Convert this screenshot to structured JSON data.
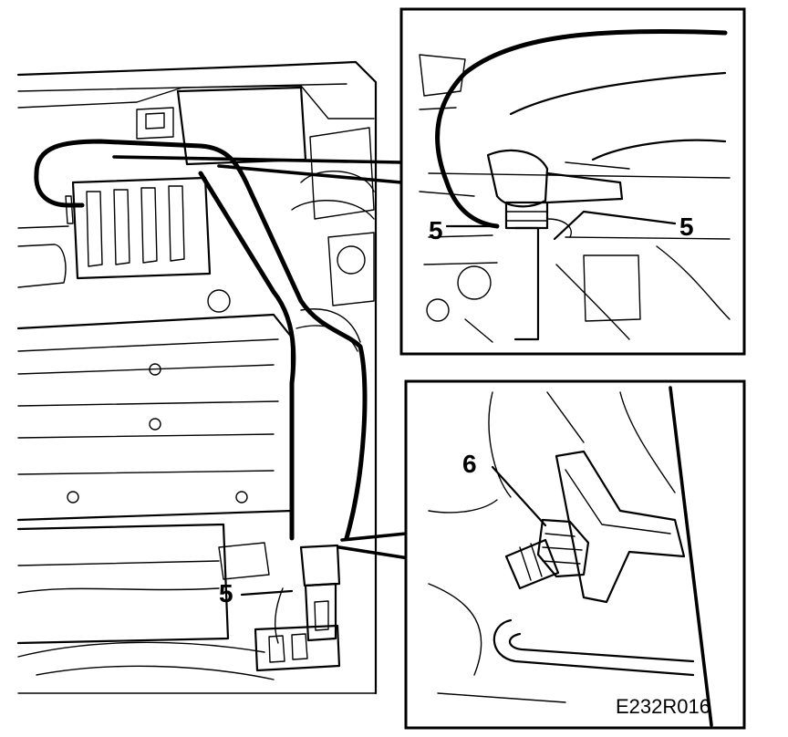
{
  "callouts": {
    "main_5": "5",
    "top_inset_left_5": "5",
    "top_inset_right_5": "5",
    "bottom_inset_6": "6"
  },
  "figure_code": "E232R016"
}
